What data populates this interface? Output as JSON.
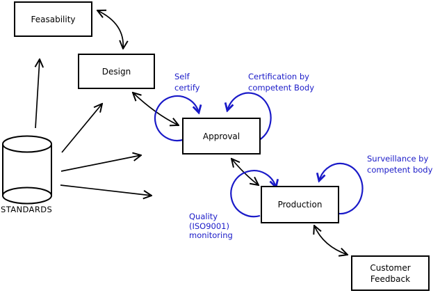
{
  "boxes": {
    "feasability": {
      "label": "Feasability"
    },
    "design": {
      "label": "Design"
    },
    "approval": {
      "label": "Approval"
    },
    "production": {
      "label": "Production"
    },
    "customer_feedback": {
      "label": "Customer\nFeedback"
    }
  },
  "datastore": {
    "label": "STANDARDS"
  },
  "annotations": {
    "self_certify": {
      "text": "Self\ncertify"
    },
    "certification": {
      "text": "Certification by\ncompetent Body"
    },
    "surveillance": {
      "text": "Surveillance by\ncompetent body"
    },
    "quality": {
      "text": "Quality\n(ISO9001)\nmonitoring"
    }
  },
  "colors": {
    "annotation_blue": "#1a1ac8",
    "line_black": "#000000",
    "background": "#ffffff"
  }
}
